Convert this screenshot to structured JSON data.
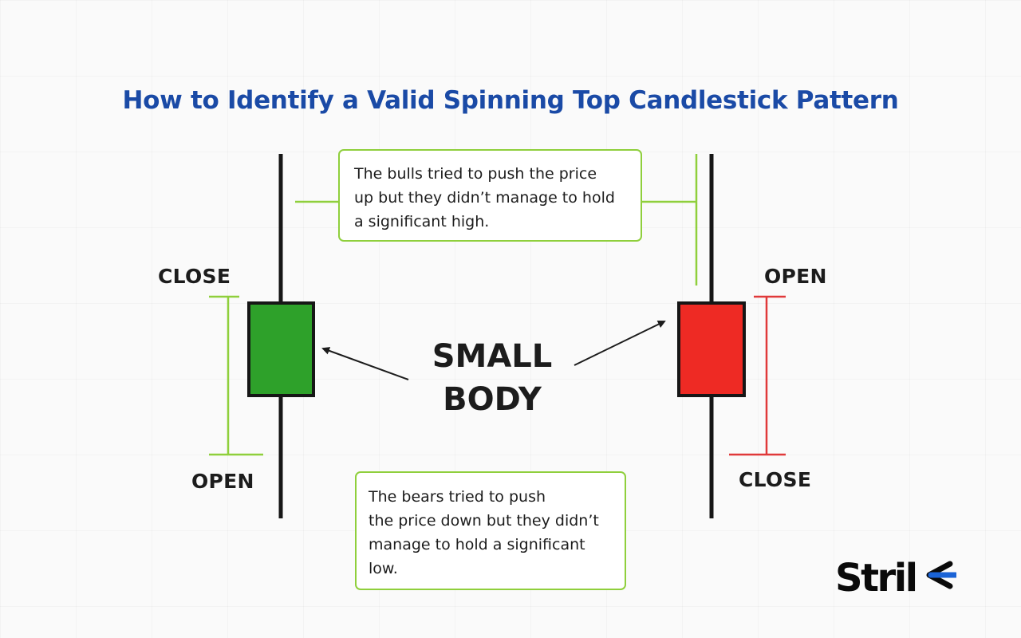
{
  "title": "How to Identify a Valid Spinning Top Candlestick Pattern",
  "colors": {
    "title": "#1a4aa6",
    "bullish_body": "#2ea12a",
    "bearish_body": "#ee2a24",
    "green_bracket": "#8fcf3c",
    "red_bracket": "#e0393a",
    "callout_border": "#8fcf3c",
    "logo_accent": "#1a63d6"
  },
  "bullish_candle": {
    "close_label": "CLOSE",
    "open_label": "OPEN"
  },
  "bearish_candle": {
    "open_label": "OPEN",
    "close_label": "CLOSE"
  },
  "center_label": {
    "line1": "SMALL",
    "line2": "BODY"
  },
  "callout_top": {
    "lines": [
      "The bulls tried to push the price",
      "up but they didn’t manage to hold",
      "a significant high."
    ]
  },
  "callout_bottom": {
    "lines": [
      "The bears tried to push",
      "the price down but they didn’t",
      "manage to hold a significant",
      "low."
    ]
  },
  "logo": {
    "text": "Stril",
    "icon": "arrow-e-logo-icon"
  }
}
